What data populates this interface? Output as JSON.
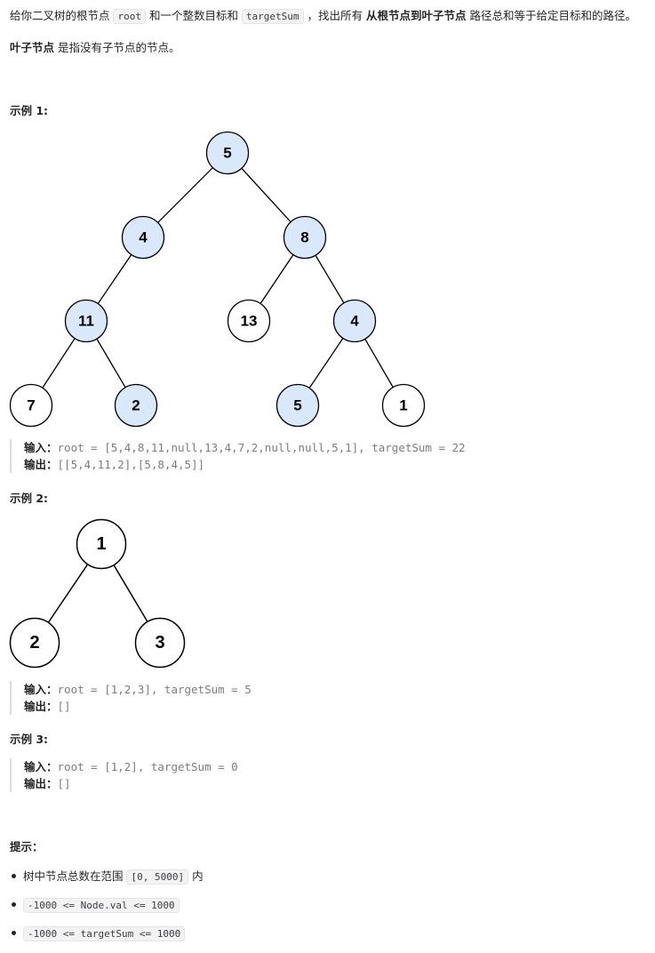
{
  "intro": {
    "p1": "给你二叉树的根节点 ",
    "code_root": "root",
    "p2": " 和一个整数目标和 ",
    "code_target": "targetSum",
    "p3": " ，找出所有 ",
    "bold": "从根节点到叶子节点",
    "p4": " 路径总和等于给定目标和的路径。"
  },
  "leaf_definition": {
    "bold": "叶子节点",
    "text": " 是指没有子节点的节点。"
  },
  "examples": [
    {
      "heading": "示例 1:",
      "input_label": "输入：",
      "input": "root = [5,4,8,11,null,13,4,7,2,null,null,5,1], targetSum = 22",
      "output_label": "输出：",
      "output": "[[5,4,11,2],[5,8,4,5]]",
      "nodes": [
        "5",
        "4",
        "8",
        "11",
        "13",
        "4",
        "7",
        "2",
        "5",
        "1"
      ]
    },
    {
      "heading": "示例 2:",
      "input_label": "输入：",
      "input": "root = [1,2,3], targetSum = 5",
      "output_label": "输出：",
      "output": "[]",
      "nodes": [
        "1",
        "2",
        "3"
      ]
    },
    {
      "heading": "示例 3:",
      "input_label": "输入：",
      "input": "root = [1,2], targetSum = 0",
      "output_label": "输出：",
      "output": "[]"
    }
  ],
  "hints": {
    "heading": "提示：",
    "items": [
      {
        "text": "树中节点总数在范围 ",
        "code": "[0, 5000]",
        "suffix": " 内"
      },
      {
        "text": "",
        "code": "-1000 <= Node.val <= 1000",
        "suffix": ""
      },
      {
        "text": "",
        "code": "-1000 <= targetSum <= 1000",
        "suffix": ""
      }
    ]
  },
  "colors": {
    "highlight_fill": "#dae8fc",
    "node_fill": "#ffffff",
    "stroke": "#000000"
  }
}
